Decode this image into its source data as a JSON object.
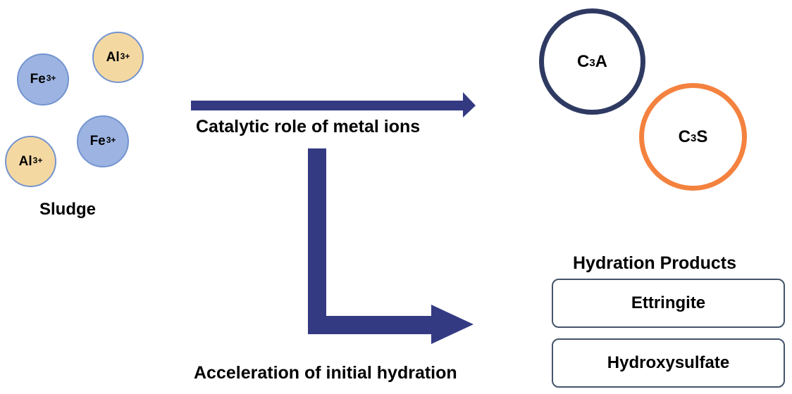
{
  "colors": {
    "arrow": "#343a82",
    "fe_fill": "#9db4e2",
    "al_fill": "#f4d8a2",
    "ion_border": "#7394d0",
    "c3a_ring": "#2f3a62",
    "c3s_ring": "#f4823f",
    "box_border": "#44546a"
  },
  "sludge": {
    "ions": [
      {
        "element": "Al",
        "charge": "3+"
      },
      {
        "element": "Fe",
        "charge": "3+"
      },
      {
        "element": "Fe",
        "charge": "3+"
      },
      {
        "element": "Al",
        "charge": "3+"
      }
    ],
    "label": "Sludge"
  },
  "arrows": {
    "catalytic_label": "Catalytic role of metal ions",
    "acceleration_label": "Acceleration of initial hydration"
  },
  "minerals": {
    "c3a": {
      "base": "C",
      "sub": "3",
      "rest": "A"
    },
    "c3s": {
      "base": "C",
      "sub": "3",
      "rest": "S"
    }
  },
  "hydration_products": {
    "title": "Hydration Products",
    "items": [
      "Ettringite",
      "Hydroxysulfate"
    ]
  }
}
